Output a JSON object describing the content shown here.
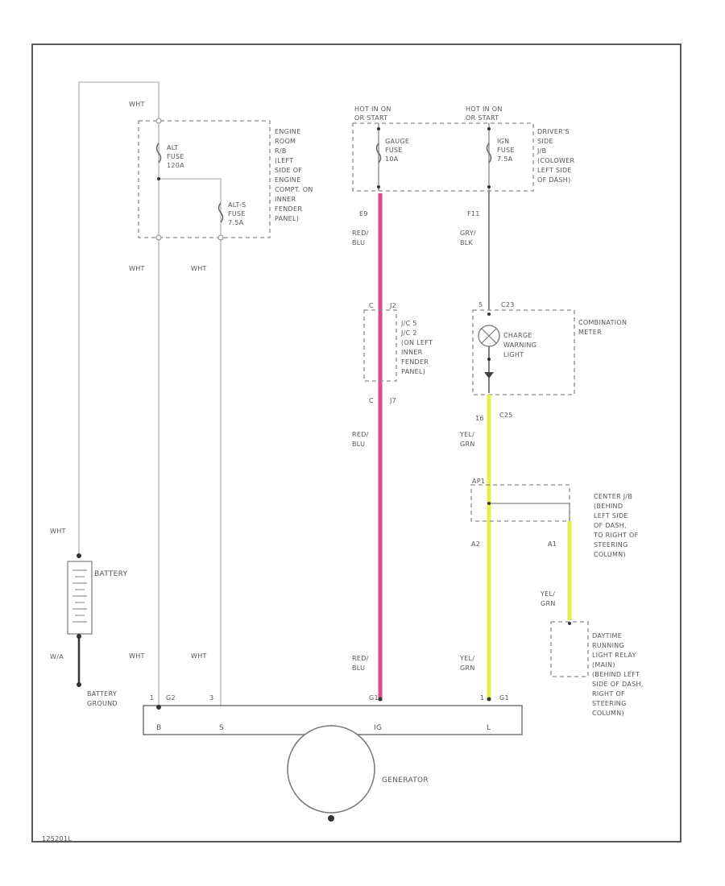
{
  "colors": {
    "frame": "#5a5a5a",
    "wire_white": "#b4b4b4",
    "wire_red_blu": "#e04a86",
    "wire_yel_grn": "#e7f04a",
    "wire_gry_blk": "#8c8c8c",
    "dash_box": "#8a8a8a",
    "text": "#555555"
  },
  "diagram_id": "125201L",
  "fuse_box_left": {
    "wire_top_label": "WHT",
    "alt_fuse": [
      "ALT",
      "FUSE",
      "120A"
    ],
    "alt_s_fuse": [
      "ALT-S",
      "FUSE",
      "7.5A"
    ],
    "location": [
      "ENGINE",
      "ROOM",
      "R/B",
      "(LEFT",
      "SIDE OF",
      "ENGINE",
      "COMPT. ON",
      "INNER",
      "FENDER",
      "PANEL)"
    ]
  },
  "fuse_box_right": {
    "header_left": [
      "HOT IN ON",
      "OR START"
    ],
    "header_right": [
      "HOT IN ON",
      "OR START"
    ],
    "gauge_fuse": [
      "GAUGE",
      "FUSE",
      "10A"
    ],
    "ign_fuse": [
      "IGN",
      "FUSE",
      "7.5A"
    ],
    "location": [
      "DRIVER'S",
      "SIDE",
      "J/B",
      "(COLOWER",
      "LEFT SIDE",
      "OF DASH)"
    ]
  },
  "wire_labels": {
    "left_outer_mid": "WHT",
    "left_inner_mid": "WHT",
    "left_outer_bottom": "WHT",
    "left_inner_bottom": "WHT",
    "battery_top": "WHT",
    "battery_bottom": "W/A",
    "red_top_pin": "E9",
    "red_top_color": [
      "RED/",
      "BLU"
    ],
    "red_mid_color": [
      "RED/",
      "BLU"
    ],
    "red_bottom_color": [
      "RED/",
      "BLU"
    ],
    "gry_top_pin": "F11",
    "gry_color": [
      "GRY/",
      "BLK"
    ],
    "yel_mid_color": [
      "YEL/",
      "GRN"
    ],
    "yel_bottom_color": [
      "YEL/",
      "GRN"
    ],
    "yel_side_color": [
      "YEL/",
      "GRN"
    ]
  },
  "junction_connector": {
    "pin_top": "C",
    "pin_top_id": "J2",
    "pin_bottom": "C",
    "pin_bottom_id": "J7",
    "label": [
      "J/C 5",
      "J/C 2",
      "(ON LEFT",
      "INNER",
      "FENDER",
      "PANEL)"
    ]
  },
  "combination_meter": {
    "pin_top": "5",
    "conn_top": "C23",
    "pin_bottom": "16",
    "conn_bottom": "C25",
    "lamp_label": [
      "CHARGE",
      "WARNING",
      "LIGHT"
    ],
    "label": [
      "COMBINATION",
      "METER"
    ]
  },
  "center_jb": {
    "conn": "AP1",
    "pin_left": "A2",
    "pin_right": "A1",
    "label": [
      "CENTER J/B",
      "(BEHIND",
      "LEFT SIDE",
      "OF DASH,",
      "TO RIGHT OF",
      "STEERING",
      "COLUMN)"
    ]
  },
  "drl_relay": {
    "label": [
      "DAYTIME",
      "RUNNING",
      "LIGHT RELAY",
      "(MAIN)",
      "(BEHIND LEFT",
      "SIDE OF DASH,",
      "RIGHT OF",
      "STEERING",
      "COLUMN)"
    ]
  },
  "battery": {
    "label": "BATTERY",
    "ground_label": [
      "BATTERY",
      "GROUND"
    ]
  },
  "generator": {
    "label": "GENERATOR",
    "pin_b": "1",
    "conn_b": "G2",
    "pin_s": "3",
    "pin_ig": "G1",
    "pin_l": "1",
    "conn_l": "G1",
    "term_b": "B",
    "term_s": "S",
    "term_ig": "IG",
    "term_l": "L"
  }
}
